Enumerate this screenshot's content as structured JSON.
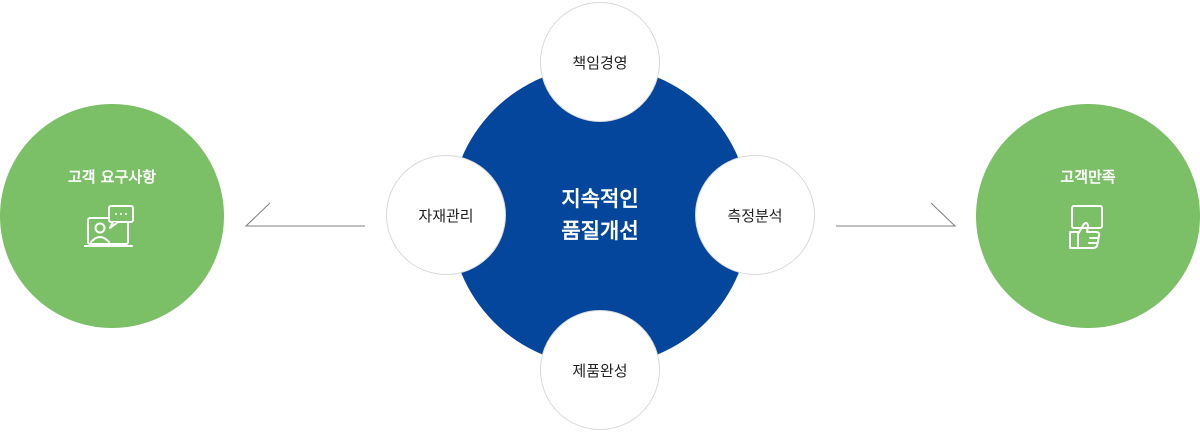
{
  "left": {
    "label": "고객 요구사항",
    "icon": "customer-support-laptop-icon"
  },
  "right": {
    "label": "고객만족",
    "icon": "thumbs-up-icon"
  },
  "center": {
    "line1": "지속적인",
    "line2": "품질개선"
  },
  "nodes": {
    "top": "책임경영",
    "left": "자재관리",
    "right": "측정분석",
    "bottom": "제품완성"
  },
  "colors": {
    "green": "#7bbf66",
    "blue": "#04469c",
    "line": "#7f7f7f"
  }
}
